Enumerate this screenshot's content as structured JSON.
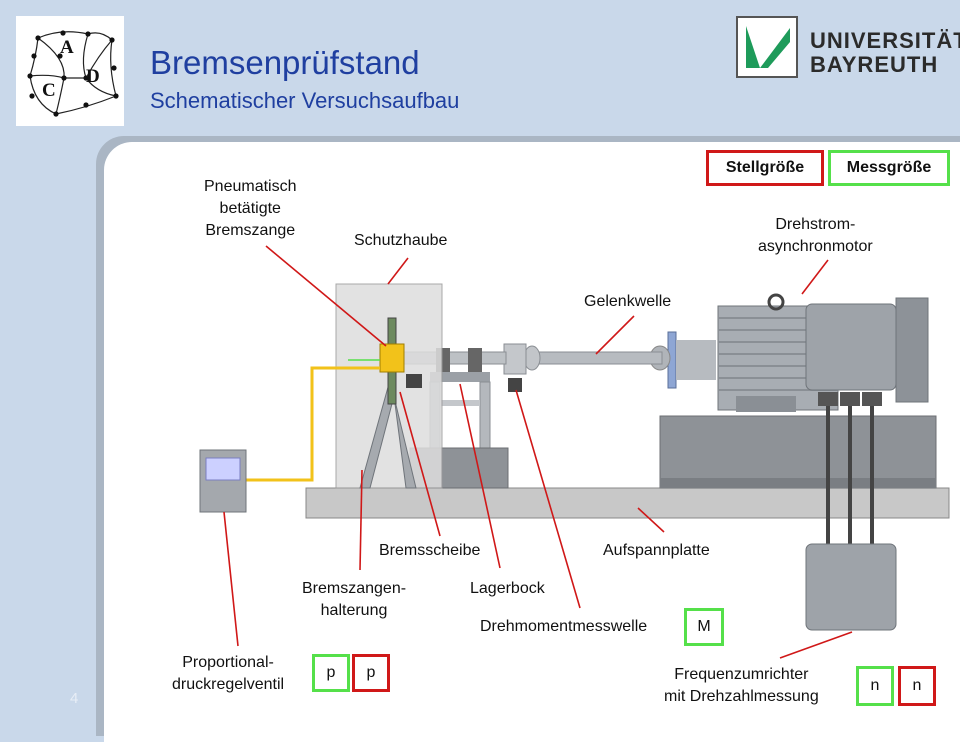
{
  "header": {
    "title": "Bremsenprüfstand",
    "subtitle": "Schematischer Versuchsaufbau",
    "logo_letters": [
      "A",
      "C",
      "D"
    ],
    "university_line1": "UNIVERSITÄT",
    "university_line2": "BAYREUTH"
  },
  "legend": {
    "stellgroesse": "Stellgröße",
    "messgroesse": "Messgröße",
    "stell_color": "#d01818",
    "mess_color": "#55e04a"
  },
  "labels": {
    "bremszange": "Pneumatisch\nbetätigte\nBremszange",
    "schutzhaube": "Schutzhaube",
    "gelenkwelle": "Gelenkwelle",
    "motor": "Drehstrom-\nasynchronmotor",
    "bremsscheibe": "Bremsscheibe",
    "aufspannplatte": "Aufspannplatte",
    "halterung": "Bremszangen-\nhalterung",
    "lagerbock": "Lagerbock",
    "drehmomentmesswelle": "Drehmomentmesswelle",
    "proportional": "Proportional-\ndruckregelventil",
    "frequenz": "Frequenzumrichter\nmit Drehzahlmessung"
  },
  "signals": {
    "torque": "M",
    "pressure_mess": "p",
    "pressure_stell": "p",
    "speed_mess": "n",
    "speed_stell": "n"
  },
  "page_number": "4"
}
